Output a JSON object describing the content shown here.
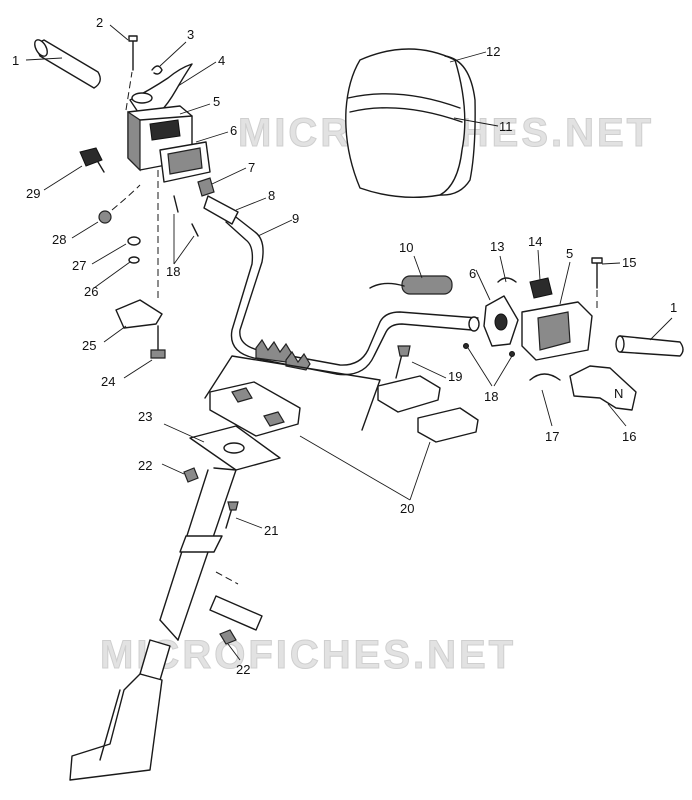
{
  "watermark": "MICROFICHES.NET",
  "callouts": [
    {
      "id": "c1a",
      "text": "1"
    },
    {
      "id": "c2",
      "text": "2"
    },
    {
      "id": "c3",
      "text": "3"
    },
    {
      "id": "c4",
      "text": "4"
    },
    {
      "id": "c5a",
      "text": "5"
    },
    {
      "id": "c6a",
      "text": "6"
    },
    {
      "id": "c7",
      "text": "7"
    },
    {
      "id": "c8",
      "text": "8"
    },
    {
      "id": "c9",
      "text": "9"
    },
    {
      "id": "c10",
      "text": "10"
    },
    {
      "id": "c11",
      "text": "11"
    },
    {
      "id": "c12",
      "text": "12"
    },
    {
      "id": "c13",
      "text": "13"
    },
    {
      "id": "c14",
      "text": "14"
    },
    {
      "id": "c5b",
      "text": "5"
    },
    {
      "id": "c15",
      "text": "15"
    },
    {
      "id": "c6b",
      "text": "6"
    },
    {
      "id": "c1b",
      "text": "1"
    },
    {
      "id": "c16",
      "text": "16"
    },
    {
      "id": "c17",
      "text": "17"
    },
    {
      "id": "c18a",
      "text": "18"
    },
    {
      "id": "c18b",
      "text": "18"
    },
    {
      "id": "c19",
      "text": "19"
    },
    {
      "id": "c20",
      "text": "20"
    },
    {
      "id": "c21",
      "text": "21"
    },
    {
      "id": "c22a",
      "text": "22"
    },
    {
      "id": "c22b",
      "text": "22"
    },
    {
      "id": "c23",
      "text": "23"
    },
    {
      "id": "c24",
      "text": "24"
    },
    {
      "id": "c25",
      "text": "25"
    },
    {
      "id": "c26",
      "text": "26"
    },
    {
      "id": "c27",
      "text": "27"
    },
    {
      "id": "c28",
      "text": "28"
    },
    {
      "id": "c29",
      "text": "29"
    }
  ],
  "part_mark": "N"
}
